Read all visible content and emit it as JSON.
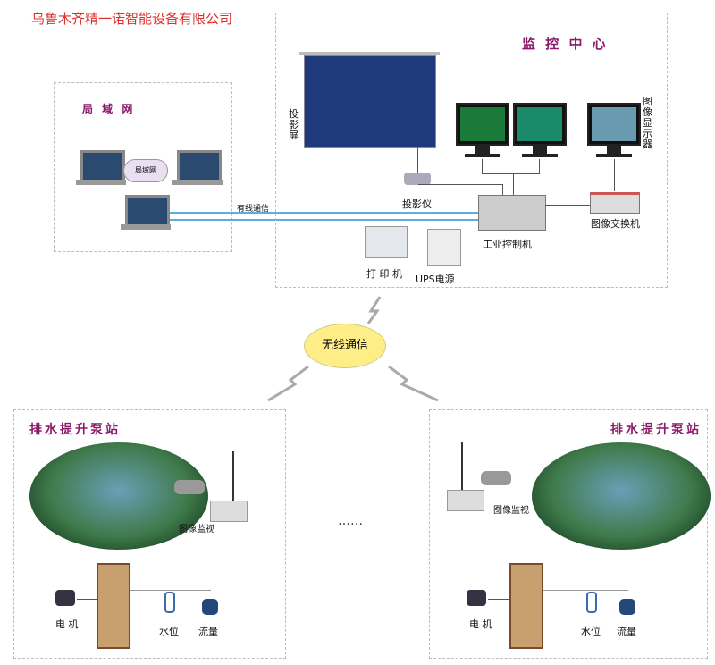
{
  "title": "乌鲁木齐精一诺智能设备有限公司",
  "control_center": {
    "heading": "监 控 中 心",
    "projection_screen": "投\n影\n屏",
    "projector": "投影仪",
    "ipc": "工业控制机",
    "image_switch": "图像交换机",
    "image_display": "图\n像\n显\n示\n器",
    "printer": "打 印 机",
    "ups": "UPS电源"
  },
  "lan": {
    "heading": "局 域 网",
    "cloud": "局域网",
    "wired": "有线通信"
  },
  "wireless": "无线通信",
  "ellipsis": "……",
  "stations": [
    {
      "heading": "排水提升泵站",
      "camera": "图像监视",
      "motor": "电 机",
      "level": "水位",
      "flow": "流量"
    },
    {
      "heading": "排水提升泵站",
      "camera": "图像监视",
      "motor": "电 机",
      "level": "水位",
      "flow": "流量"
    }
  ],
  "colors": {
    "title": "#e0302a",
    "heading": "#8a1a6a",
    "cloud": "#ffee88"
  }
}
